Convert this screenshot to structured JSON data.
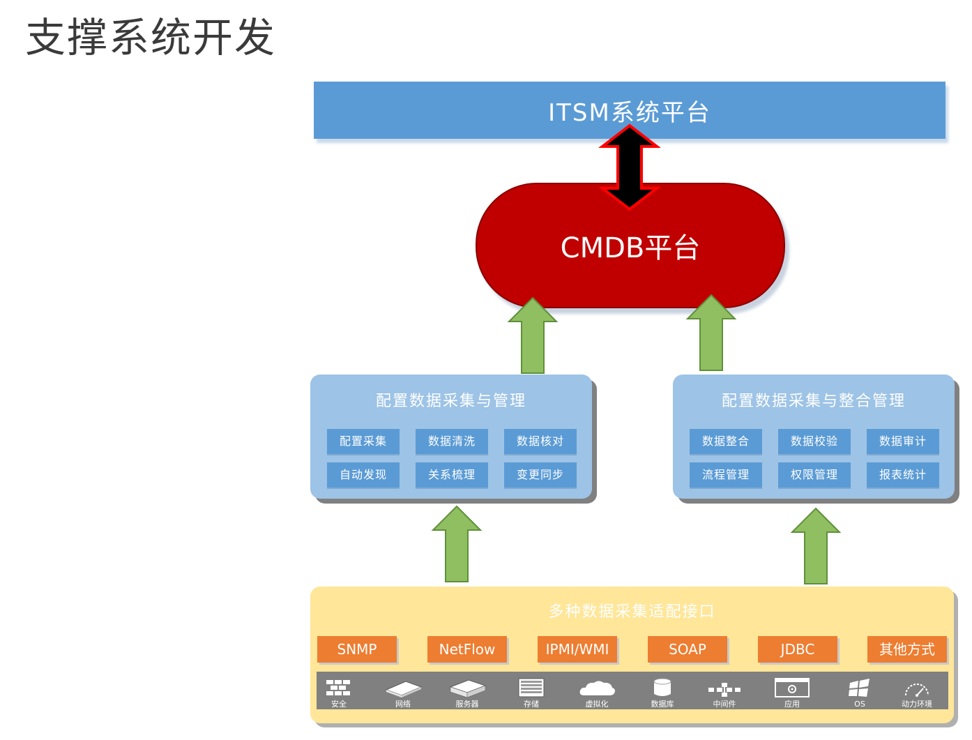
{
  "page": {
    "title": "支撑系统开发"
  },
  "itsm": {
    "label": "ITSM系统平台"
  },
  "cmdb": {
    "label": "CMDB平台"
  },
  "left_panel": {
    "title": "配置数据采集与管理",
    "chips": [
      "配置采集",
      "数据清洗",
      "数据核对",
      "自动发现",
      "关系梳理",
      "变更同步"
    ]
  },
  "right_panel": {
    "title": "配置数据采集与整合管理",
    "chips": [
      "数据整合",
      "数据校验",
      "数据审计",
      "流程管理",
      "权限管理",
      "报表统计"
    ]
  },
  "collection": {
    "title": "多种数据采集适配接口",
    "protocols": [
      "SNMP",
      "NetFlow",
      "IPMI/WMI",
      "SOAP",
      "JDBC",
      "其他方式"
    ],
    "resources": [
      {
        "label": "安全",
        "icon": "firewall-icon"
      },
      {
        "label": "网络",
        "icon": "router-icon"
      },
      {
        "label": "服务器",
        "icon": "server-icon"
      },
      {
        "label": "存储",
        "icon": "storage-icon"
      },
      {
        "label": "虚拟化",
        "icon": "cloud-icon"
      },
      {
        "label": "数据库",
        "icon": "database-icon"
      },
      {
        "label": "中间件",
        "icon": "middleware-icon"
      },
      {
        "label": "应用",
        "icon": "application-icon"
      },
      {
        "label": "OS",
        "icon": "windows-icon"
      },
      {
        "label": "动力环境",
        "icon": "gauge-icon"
      }
    ]
  },
  "colors": {
    "itsm_bar": "#5b9bd5",
    "cmdb": "#c00000",
    "panel": "#9dc3e6",
    "chip": "#5b9bd5",
    "collect_bg": "#ffe699",
    "protocol": "#ed7d31",
    "arrow_green": "#8fbf60",
    "icon_bar": "#808080"
  }
}
